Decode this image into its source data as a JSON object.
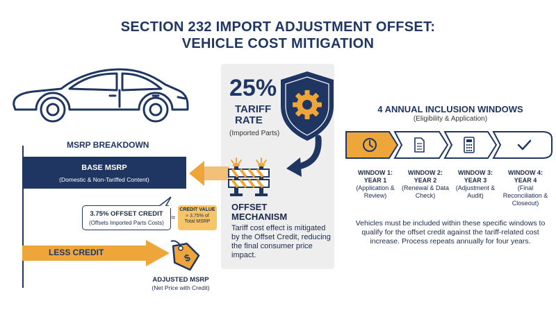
{
  "title": {
    "line1": "SECTION 232 IMPORT ADJUSTMENT OFFSET:",
    "line2": "VEHICLE COST MITIGATION"
  },
  "tariff": {
    "rate": "25%",
    "label_line1": "TARIFF",
    "label_line2": "RATE",
    "sublabel": "(Imported Parts)"
  },
  "msrp": {
    "heading": "MSRP BREAKDOWN",
    "base_title": "BASE MSRP",
    "base_sub": "(Domestic & Non-Tariffed Content)",
    "offset_title": "3.75% OFFSET CREDIT",
    "offset_sub": "(Offsets Imported Parts Costs)",
    "approx": "≈",
    "credit_value_title": "CREDIT VALUE",
    "credit_value_line1": "≈ 3.75% of",
    "credit_value_line2": "Total MSRP",
    "less_credit": "LESS CREDIT",
    "adjusted_title": "ADJUSTED MSRP",
    "adjusted_sub": "(Net Price with Credit)"
  },
  "mechanism": {
    "title_line1": "OFFSET",
    "title_line2": "MECHANISM",
    "description": "Tariff cost effect is mitigated by the Offset Credit, reducing the final consumer price impact."
  },
  "windows": {
    "heading": "4 ANNUAL INCLUSION WINDOWS",
    "subheading": "(Eligibility & Application)",
    "items": [
      {
        "title_line1": "WINDOW 1:",
        "title_line2": "YEAR 1",
        "desc": "(Application & Review)",
        "icon": "clock-icon"
      },
      {
        "title_line1": "WINDOW 2:",
        "title_line2": "YEAR 2",
        "desc": "(Renewal & Data Check)",
        "icon": "document-icon"
      },
      {
        "title_line1": "WINDOW 3:",
        "title_line2": "YEAR 3",
        "desc": "(Adjustment & Audit)",
        "icon": "calculator-icon"
      },
      {
        "title_line1": "WINDOW 4:",
        "title_line2": "YEAR 4",
        "desc": "(Final Reconciliation & Closeout)",
        "icon": "checkmark-icon"
      }
    ],
    "footnote": "Vehicles must be included within these specific windows to qualify for the offset credit against the tariff-related cost increase. Process repeats annually for four years."
  },
  "colors": {
    "navy": "#1f3663",
    "gold": "#eea63a",
    "light_gold": "#f6c56a",
    "panel_gray": "#eeeeee"
  }
}
